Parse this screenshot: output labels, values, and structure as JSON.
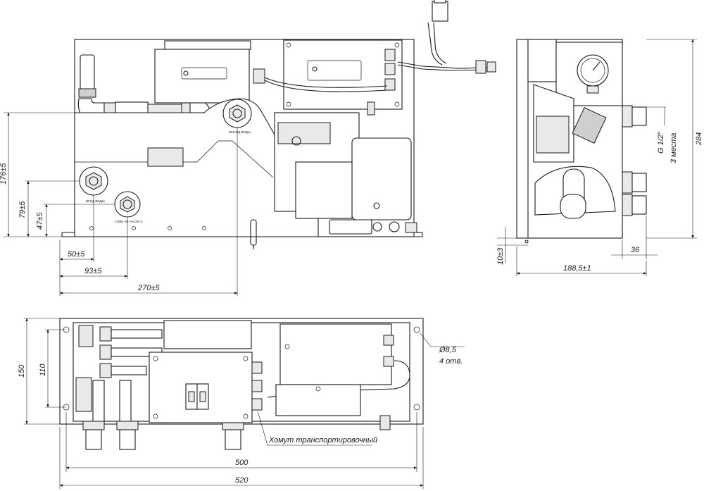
{
  "dimensions": {
    "front": {
      "h_176": "176±5",
      "h_79": "79±5",
      "h_47": "47±5",
      "w_50": "50±5",
      "w_93": "93±5",
      "w_270": "270±5"
    },
    "side": {
      "thread": "G 1/2\"",
      "thread_count": "3 места",
      "h_284": "284",
      "w_36": "36",
      "h_10": "10±3",
      "w_188": "188,5±1"
    },
    "plan": {
      "h_150": "150",
      "h_110": "110",
      "hole_dia": "Ø8,5",
      "hole_count": "4 отв.",
      "clamp_label": "Хомут транспортировочный",
      "w_500": "500",
      "w_520": "520"
    }
  },
  "port_labels": {
    "outlet": "ВЫХОД ВОДЫ",
    "inlet": "ВХОД ВОДЫ",
    "drain": "СЛИВ ИЗ НАСОСА"
  }
}
